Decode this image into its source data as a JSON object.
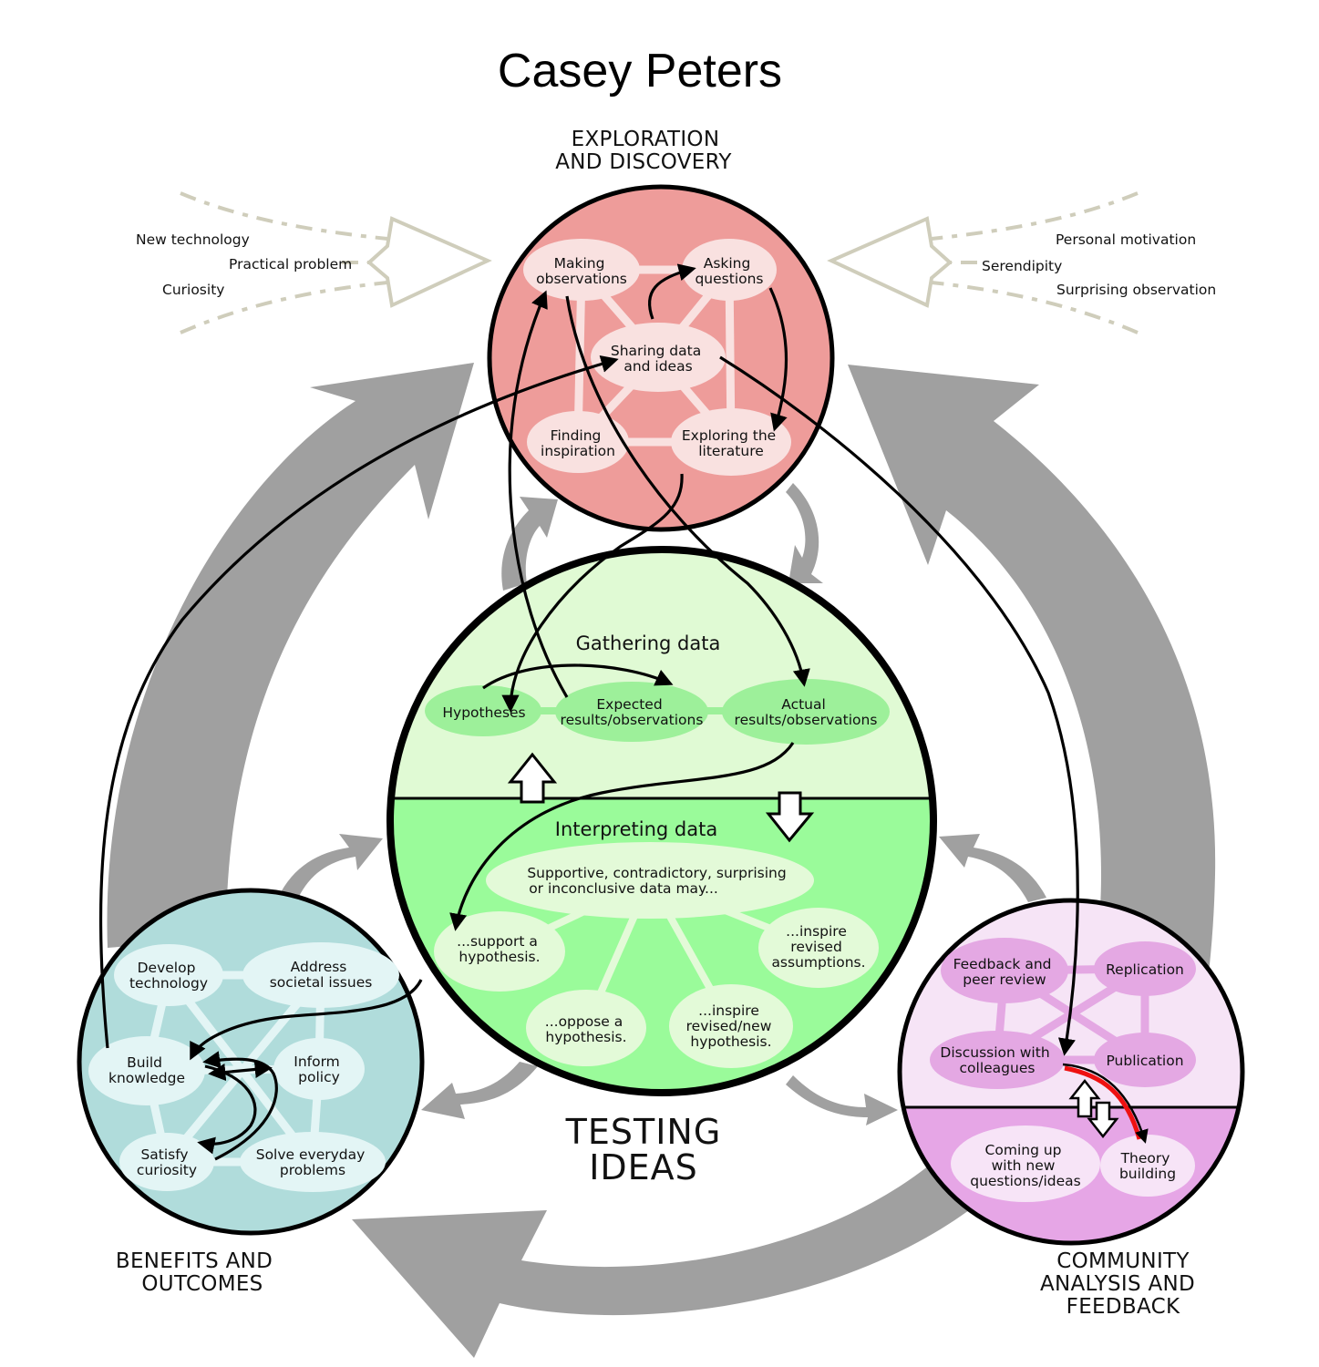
{
  "title": "Casey Peters",
  "sections": {
    "exploration": {
      "line1": "EXPLORATION",
      "line2": "AND DISCOVERY"
    },
    "testing": {
      "line1": "TESTING",
      "line2": "IDEAS"
    },
    "benefits": {
      "line1": "BENEFITS AND",
      "line2": "OUTCOMES"
    },
    "community": {
      "line1": "COMMUNITY",
      "line2": "ANALYSIS AND",
      "line3": "FEEDBACK"
    }
  },
  "influences_left": [
    "New technology",
    "Practical problem",
    "Curiosity"
  ],
  "influences_right": [
    "Personal motivation",
    "Serendipity",
    "Surprising observation"
  ],
  "exploration_nodes": {
    "making_observations": [
      "Making",
      "observations"
    ],
    "asking_questions": [
      "Asking",
      "questions"
    ],
    "sharing_data": [
      "Sharing data",
      "and ideas"
    ],
    "finding_inspiration": [
      "Finding",
      "inspiration"
    ],
    "exploring_literature": [
      "Exploring the",
      "literature"
    ]
  },
  "testing": {
    "gathering_title": "Gathering data",
    "hypotheses": "Hypotheses",
    "expected": [
      "Expected",
      "results/observations"
    ],
    "actual": [
      "Actual",
      "results/observations"
    ],
    "interpreting_title": "Interpreting data",
    "data_may": [
      "Supportive, contradictory, surprising",
      "or inconclusive data may..."
    ],
    "support": [
      "...support a",
      "hypothesis."
    ],
    "oppose": [
      "...oppose a",
      "hypothesis."
    ],
    "revised_hypothesis": [
      "...inspire",
      "revised/new",
      "hypothesis."
    ],
    "revised_assumptions": [
      "...inspire",
      "revised",
      "assumptions."
    ]
  },
  "benefits_nodes": {
    "develop_technology": [
      "Develop",
      "technology"
    ],
    "address_societal": [
      "Address",
      "societal issues"
    ],
    "build_knowledge": [
      "Build",
      "knowledge"
    ],
    "inform_policy": [
      "Inform",
      "policy"
    ],
    "satisfy_curiosity": [
      "Satisfy",
      "curiosity"
    ],
    "solve_problems": [
      "Solve everyday",
      "problems"
    ]
  },
  "community_nodes": {
    "feedback": [
      "Feedback and",
      "peer review"
    ],
    "replication": "Replication",
    "discussion": [
      "Discussion with",
      "colleagues"
    ],
    "publication": "Publication",
    "new_questions": [
      "Coming up",
      "with new",
      "questions/ideas"
    ],
    "theory": [
      "Theory",
      "building"
    ]
  },
  "colors": {
    "exploration_fill": "#ee9c9a",
    "exploration_node": "#f9e1e0",
    "testing_top": "#e0fad4",
    "testing_bottom": "#9afb9a",
    "testing_node_top": "#9df09a",
    "testing_node_bottom": "#e3fad8",
    "benefits_fill": "#b0dcdb",
    "benefits_node": "#e3f5f5",
    "community_top": "#f6e4f6",
    "community_bottom": "#e6a6e6",
    "community_node_top": "#e4a8e3",
    "community_node_bottom": "#f7e4f7",
    "cycle_arrow": "#a0a0a0",
    "influence_arrow": "#cfcdbb",
    "highlight_arrow": "#ee1111"
  }
}
